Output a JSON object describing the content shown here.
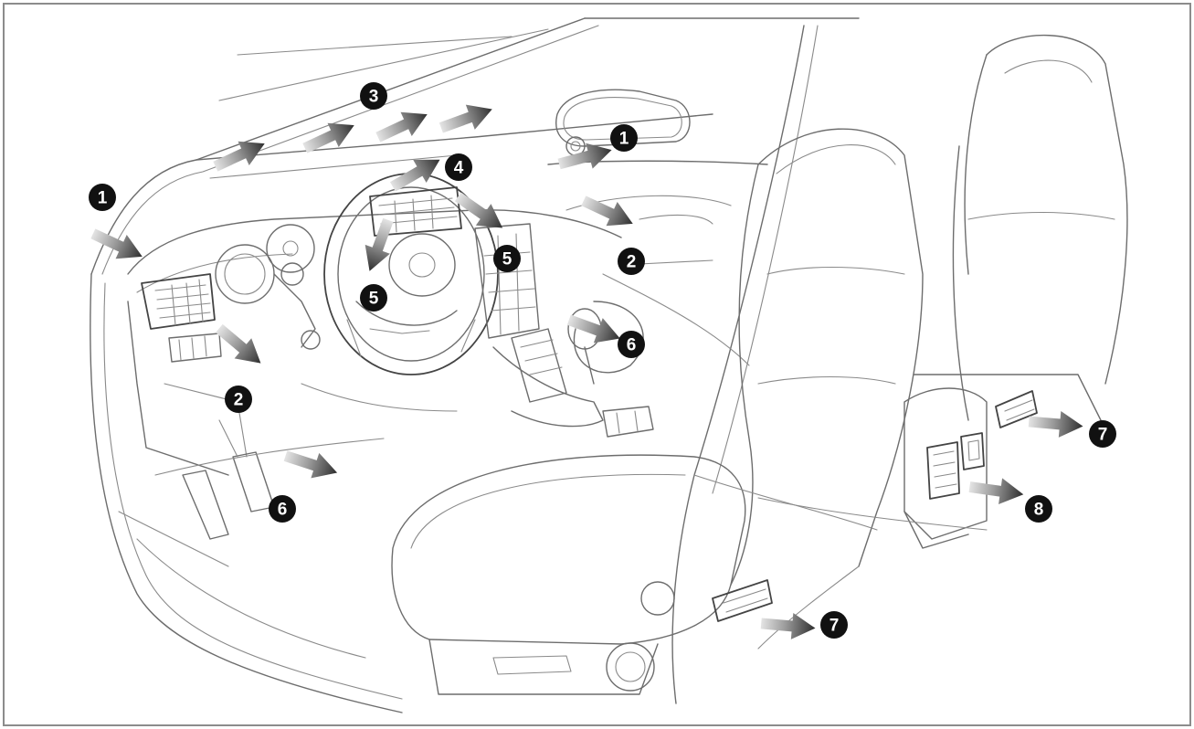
{
  "colors": {
    "border": "#8c8c8c",
    "line": "#6d6d6d",
    "arrow_dark": "#3a3a3a",
    "arrow_light": "#d9d9d9",
    "badge": "#111111",
    "badge_text": "#ffffff"
  },
  "icons": [
    "airflow-arrow-icon",
    "numbered-badge-icon"
  ],
  "badges": [
    {
      "id": "vent-dash-left-face",
      "number": "1"
    },
    {
      "id": "vent-door-right-face",
      "number": "1"
    },
    {
      "id": "vent-dash-left-side",
      "number": "2"
    },
    {
      "id": "vent-door-right-side",
      "number": "2"
    },
    {
      "id": "vent-windshield",
      "number": "3"
    },
    {
      "id": "vent-defrost-center",
      "number": "4"
    },
    {
      "id": "vent-center-right",
      "number": "5"
    },
    {
      "id": "vent-center-left",
      "number": "5"
    },
    {
      "id": "vent-floor-passenger",
      "number": "6"
    },
    {
      "id": "vent-floor-driver",
      "number": "6"
    },
    {
      "id": "vent-rear-under-seat-right",
      "number": "7"
    },
    {
      "id": "vent-rear-under-seat-front",
      "number": "7"
    },
    {
      "id": "vent-rear-console",
      "number": "8"
    }
  ]
}
